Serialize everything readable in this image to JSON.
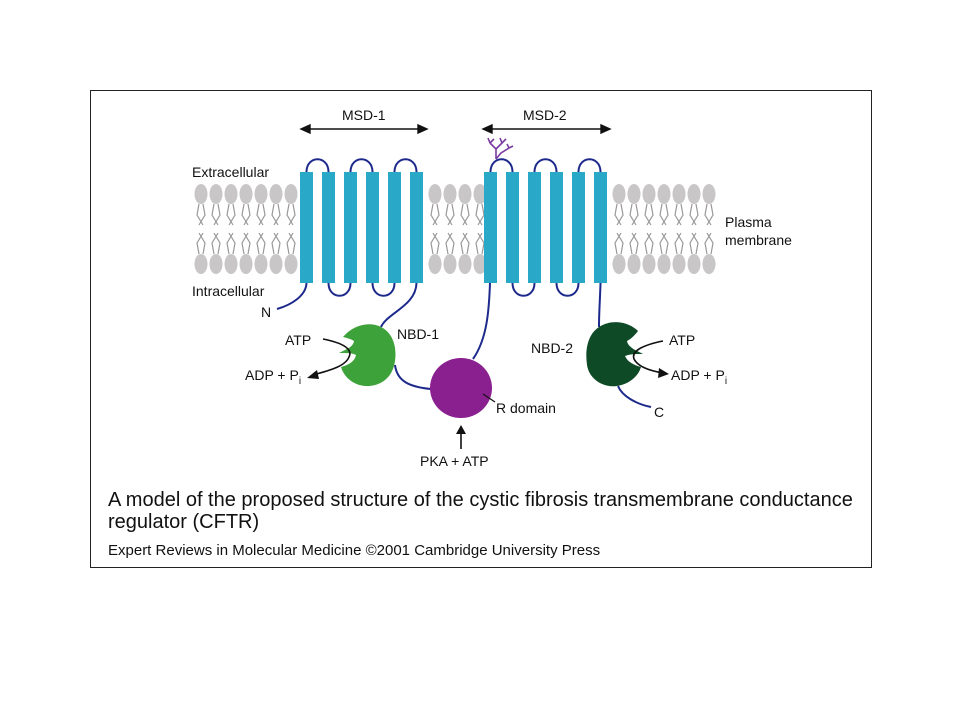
{
  "labels": {
    "msd1": "MSD-1",
    "msd2": "MSD-2",
    "extracellular": "Extracellular",
    "intracellular": "Intracellular",
    "plasma_membrane_line1": "Plasma",
    "plasma_membrane_line2": "membrane",
    "n_terminus": "N",
    "c_terminus": "C",
    "nbd1": "NBD-1",
    "nbd2": "NBD-2",
    "atp_left": "ATP",
    "adp_left_main": "ADP + P",
    "adp_left_sub": "i",
    "atp_right": "ATP",
    "adp_right_main": "ADP + P",
    "adp_right_sub": "i",
    "r_domain": "R domain",
    "pka": "PKA + ATP"
  },
  "caption": {
    "title": "A model of the proposed structure of the cystic fibrosis transmembrane conductance regulator (CFTR)",
    "credit": "Expert Reviews in Molecular Medicine ©2001 Cambridge University Press"
  },
  "colors": {
    "helix": "#2aa8c8",
    "chain": "#1d2a8c",
    "lipid_head": "#c8c6c6",
    "lipid_tail": "#9a9898",
    "nbd1": "#3ea23a",
    "nbd2": "#0e4a26",
    "r_domain": "#8a1f8f",
    "glycosylation": "#7a3aa0"
  }
}
